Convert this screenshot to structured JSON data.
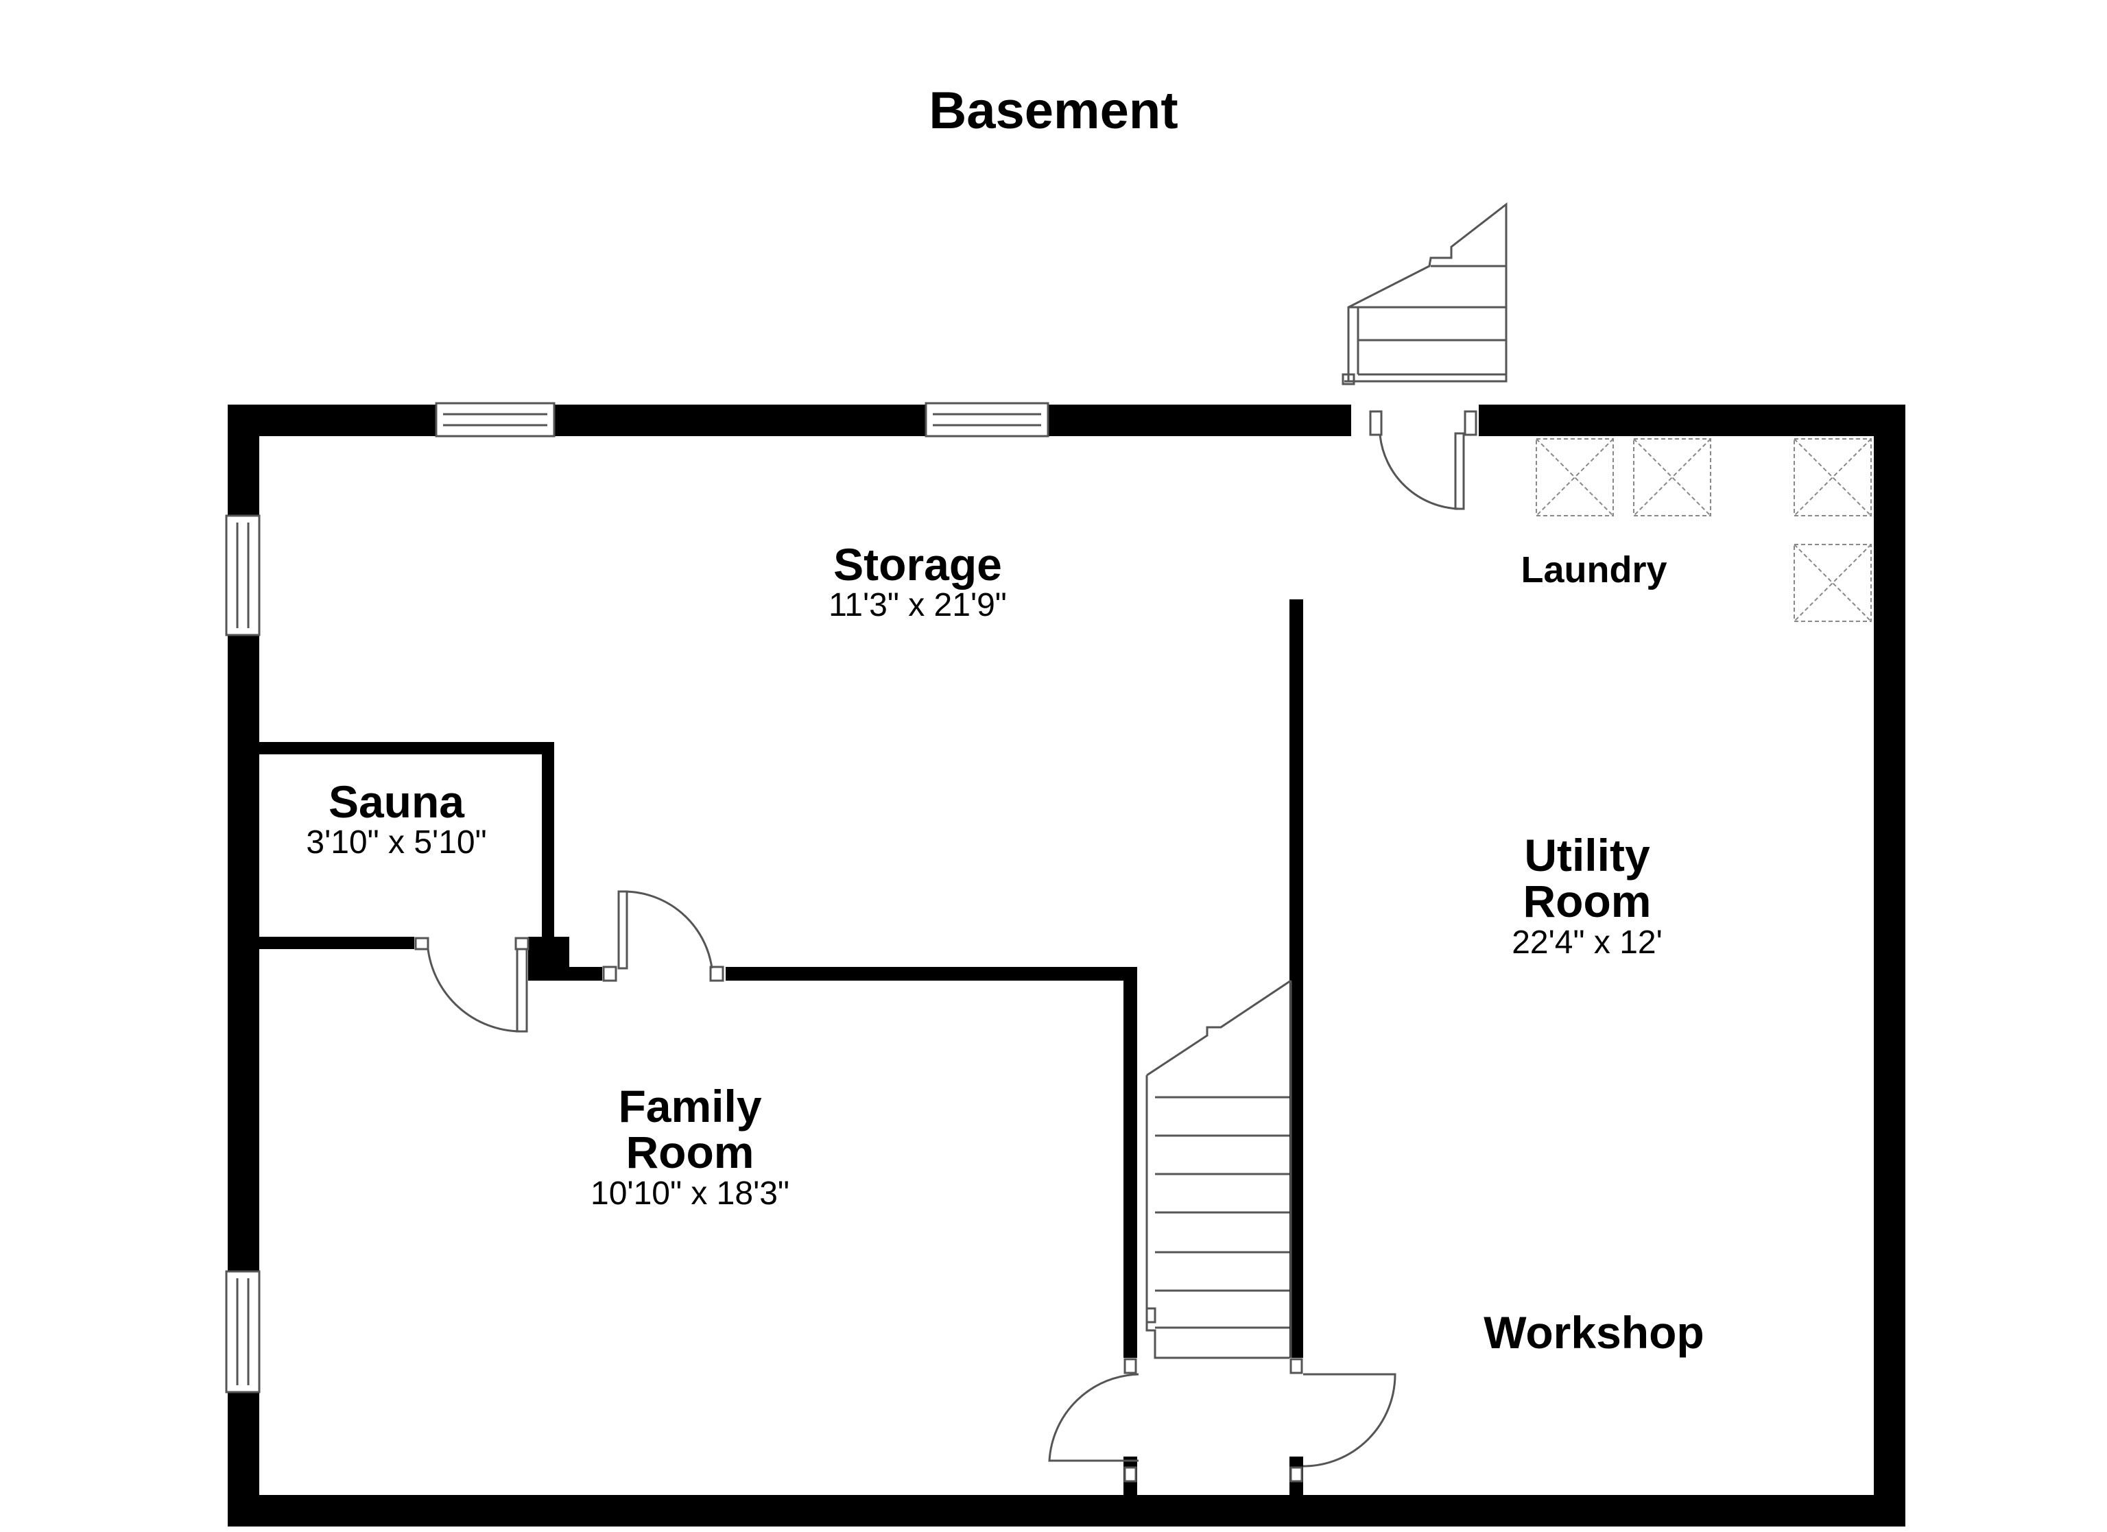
{
  "title": "Basement",
  "rooms": {
    "storage": {
      "name": "Storage",
      "dims": "11'3\" x 21'9\""
    },
    "sauna": {
      "name": "Sauna",
      "dims": "3'10\" x 5'10\""
    },
    "family": {
      "name_line1": "Family",
      "name_line2": "Room",
      "dims": "10'10\" x 18'3\""
    },
    "utility": {
      "name_line1": "Utility",
      "name_line2": "Room",
      "dims": "22'4\" x 12'"
    },
    "laundry": {
      "name": "Laundry"
    },
    "workshop": {
      "name": "Workshop"
    }
  },
  "colors": {
    "wall": "#000000",
    "line": "#555555",
    "background": "#ffffff"
  }
}
